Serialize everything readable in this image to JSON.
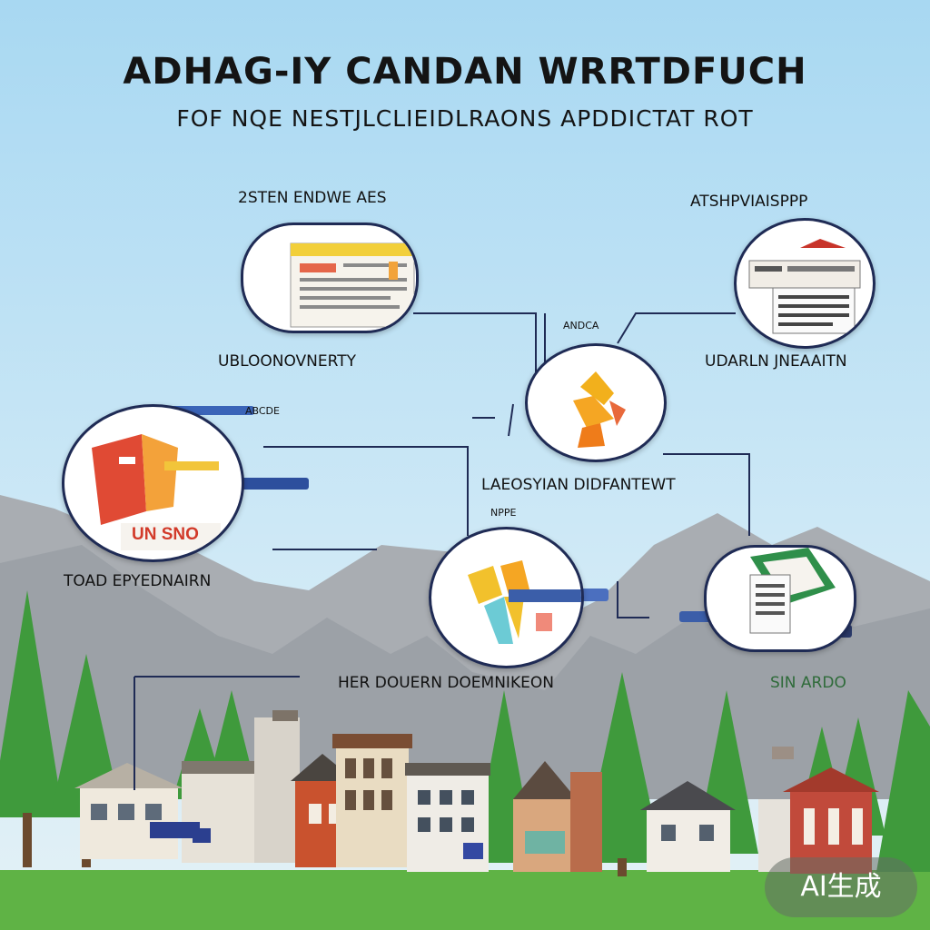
{
  "title": "ADHAG-IY CANDAN  WRRTDFUCH",
  "subtitle": "FOF NQE NESTJLCLIEIDLRAONS APDDICTAT ROT",
  "nodes": {
    "documents": {
      "label": "2STEN ENDWE AES",
      "caption": "UBLOONOVNERTY"
    },
    "records": {
      "label": "ATSHPVIAISPPP",
      "caption": "UDARLN JNEAAITN"
    },
    "hub": {
      "label": "ANDCA",
      "caption": "LAEOSYIAN DIDFANTEWT"
    },
    "shop": {
      "label": "ABCDE",
      "caption": "TOAD EPYEDNAIRN",
      "sign": "UN SNO"
    },
    "center": {
      "label": "NPPE",
      "caption": "HER DOUERN DOEMNIKEON"
    },
    "green": {
      "caption": "SIN ARDO"
    }
  },
  "watermark": "AI生成"
}
